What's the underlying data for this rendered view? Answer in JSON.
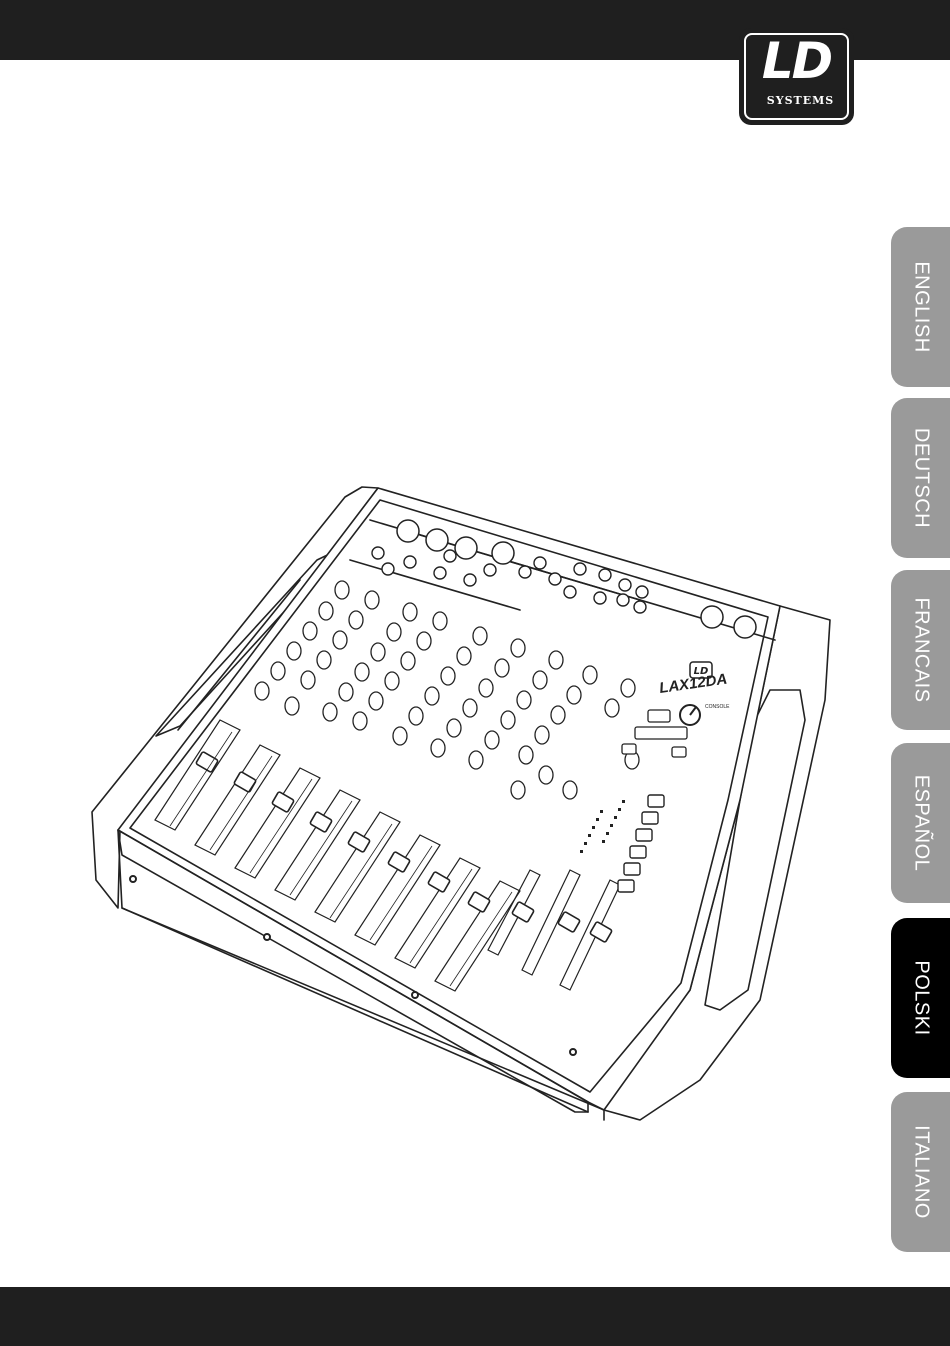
{
  "brand": {
    "logo_main": "LD",
    "logo_sub": "SYSTEMS"
  },
  "product": {
    "model_label": "LAX12DA",
    "sub_label": "CONSOLE",
    "panel_logo": "LD"
  },
  "languages": [
    {
      "label": "ENGLISH",
      "active": false
    },
    {
      "label": "DEUTSCH",
      "active": false
    },
    {
      "label": "FRANCAIS",
      "active": false
    },
    {
      "label": "ESPAÑOL",
      "active": false
    },
    {
      "label": "POLSKI",
      "active": true
    },
    {
      "label": "ITALIANO",
      "active": false
    }
  ],
  "colors": {
    "bar": "#1f1f1f",
    "tab_inactive": "#9a9a9a",
    "tab_active": "#000000"
  }
}
